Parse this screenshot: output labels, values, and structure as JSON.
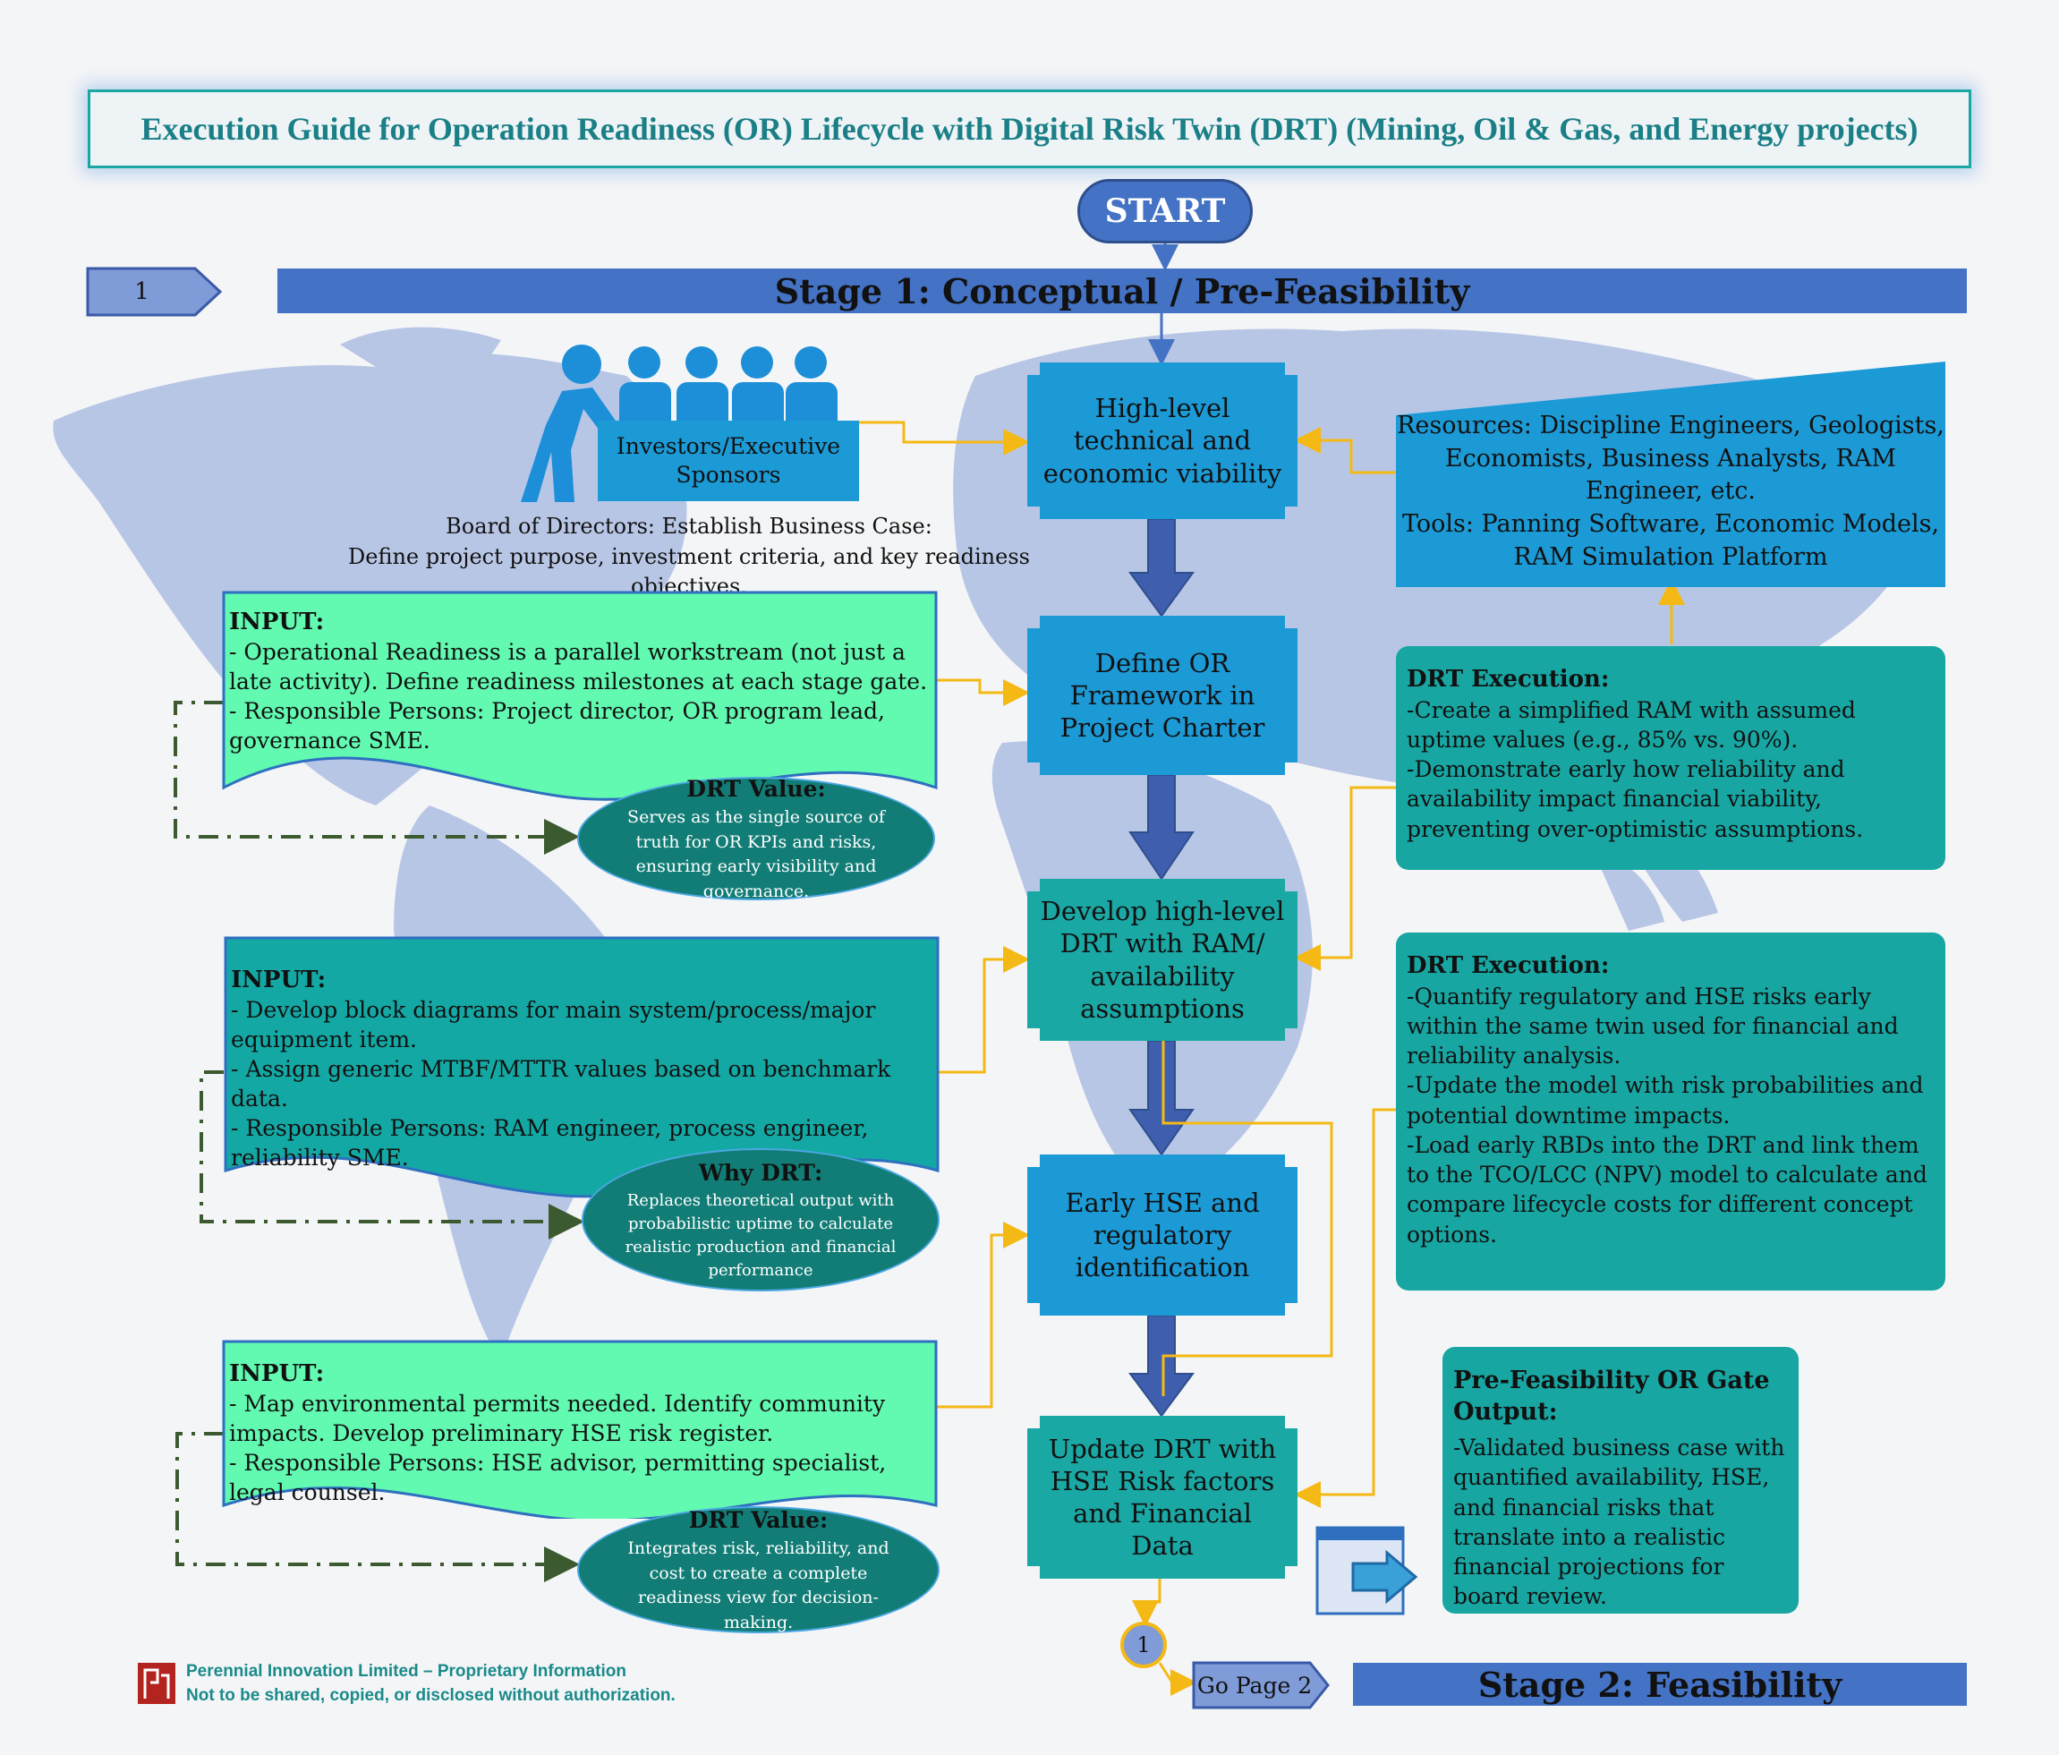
{
  "title": "Execution Guide for Operation Readiness (OR) Lifecycle with Digital Risk Twin (DRT) (Mining, Oil & Gas, and Energy projects)",
  "start_label": "START",
  "stage1": {
    "number": "1",
    "title": "Stage 1: Conceptual / Pre-Feasibility"
  },
  "investors_label": "Investors/Executive Sponsors",
  "board_text_1": "Board of Directors: Establish Business Case:",
  "board_text_2": "Define project purpose, investment criteria, and key readiness objectives.",
  "steps": [
    "High-level technical and economic viability",
    "Define OR Framework in Project Charter",
    "Develop high-level DRT with RAM/ availability assumptions",
    "Early HSE and regulatory identification",
    "Update DRT with HSE Risk factors and Financial Data"
  ],
  "resources": {
    "line1": "Resources: Discipline Engineers, Geologists,",
    "line2": "Economists, Business Analysts, RAM",
    "line3": "Engineer, etc.",
    "line4": "Tools: Panning Software, Economic Models,",
    "line5": "RAM Simulation Platform"
  },
  "input1": {
    "heading": "INPUT:",
    "line1": "- Operational Readiness is a parallel workstream (not just a late activity). Define readiness milestones at each stage gate.",
    "line2": "- Responsible Persons: Project director, OR program lead, governance SME."
  },
  "oval1": {
    "heading": "DRT Value:",
    "text": "Serves as the single source of truth for OR KPIs and risks, ensuring early visibility and governance."
  },
  "input2": {
    "heading": "INPUT:",
    "line1": "- Develop block diagrams for main system/process/major equipment item.",
    "line2": "- Assign generic MTBF/MTTR values based on benchmark data.",
    "line3": "- Responsible Persons: RAM engineer, process engineer, reliability SME."
  },
  "oval2": {
    "heading": "Why DRT:",
    "text": "Replaces theoretical output with probabilistic uptime to calculate realistic production and financial performance"
  },
  "input3": {
    "heading": "INPUT:",
    "line1": "- Map environmental permits needed. Identify community impacts. Develop preliminary HSE risk register.",
    "line2": "- Responsible Persons: HSE advisor, permitting specialist, legal counsel."
  },
  "oval3": {
    "heading": "DRT Value:",
    "text": "Integrates risk, reliability, and cost to create a complete readiness view for decision-making."
  },
  "drt_exec1": {
    "heading": "DRT Execution:",
    "line1": "-Create a simplified RAM  with assumed uptime values (e.g., 85% vs. 90%).",
    "line2": "-Demonstrate early how reliability and availability impact financial viability, preventing over-optimistic assumptions."
  },
  "drt_exec2": {
    "heading": "DRT Execution:",
    "line1": "-Quantify regulatory and HSE risks early within the same twin used for financial and reliability analysis.",
    "line2": "-Update the model with risk probabilities and potential downtime impacts.",
    "line3": "-Load early RBDs into the DRT and link them to the TCO/LCC (NPV) model to calculate and compare lifecycle costs for different concept options."
  },
  "gate_output": {
    "heading": "Pre-Feasibility OR Gate Output:",
    "text": "-Validated business case with quantified availability, HSE, and financial risks that translate into a realistic financial projections for board review."
  },
  "connector_label": "1",
  "go_page": "Go Page 2",
  "stage2_title": "Stage 2: Feasibility",
  "footer": {
    "line1": "Perennial Innovation Limited – Proprietary Information",
    "line2": "Not to be shared, copied, or disclosed without authorization."
  },
  "colors": {
    "stage_bar": "#4472c4",
    "process_blue": "#1c9ad6",
    "process_teal": "#1aa8a4",
    "input_green": "#62f9b1",
    "input_teal": "#14a8a4",
    "oval": "#127d76",
    "map": "#b8c6e6",
    "connector_yellow": "#f5b915",
    "dashdot_green": "#3c5a30"
  }
}
